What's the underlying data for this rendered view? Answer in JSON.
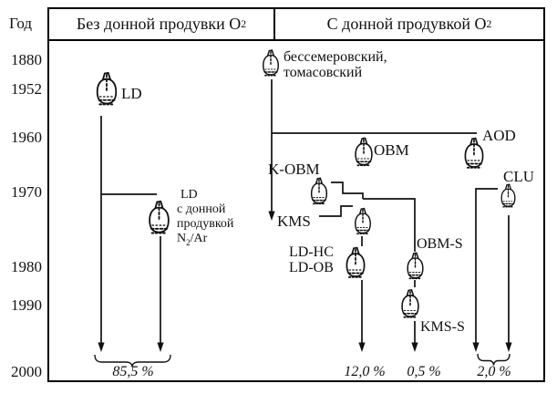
{
  "axis": {
    "title": "Год",
    "years": [
      "1880",
      "1952",
      "1960",
      "1970",
      "1980",
      "1990",
      "2000"
    ]
  },
  "headers": {
    "left": "Без донной продувки O",
    "right": "С донной продувкой O",
    "oxygen_sub": "2"
  },
  "labels": {
    "ld": "LD",
    "bessemer1": "бессемеровский,",
    "bessemer2": "томасовский",
    "obm": "OBM",
    "aod": "AOD",
    "kobm": "K-OBM",
    "clu": "CLU",
    "kms": "KMS",
    "ld2_line1": "LD",
    "ld2_line2": "с донной",
    "ld2_line3": "продувкой",
    "ld2_line4_pre": "N",
    "ld2_line4_sub": "2",
    "ld2_line4_post": "/Ar",
    "ldhc": "LD-HC",
    "ldob": "LD-OB",
    "obms": "OBM-S",
    "kmss": "KMS-S"
  },
  "percentages": {
    "no_bottom_blowing": "85,5 %",
    "ld_family": "12,0 %",
    "kms_family": "0,5 %",
    "aod_clu_family": "2,0 %"
  }
}
